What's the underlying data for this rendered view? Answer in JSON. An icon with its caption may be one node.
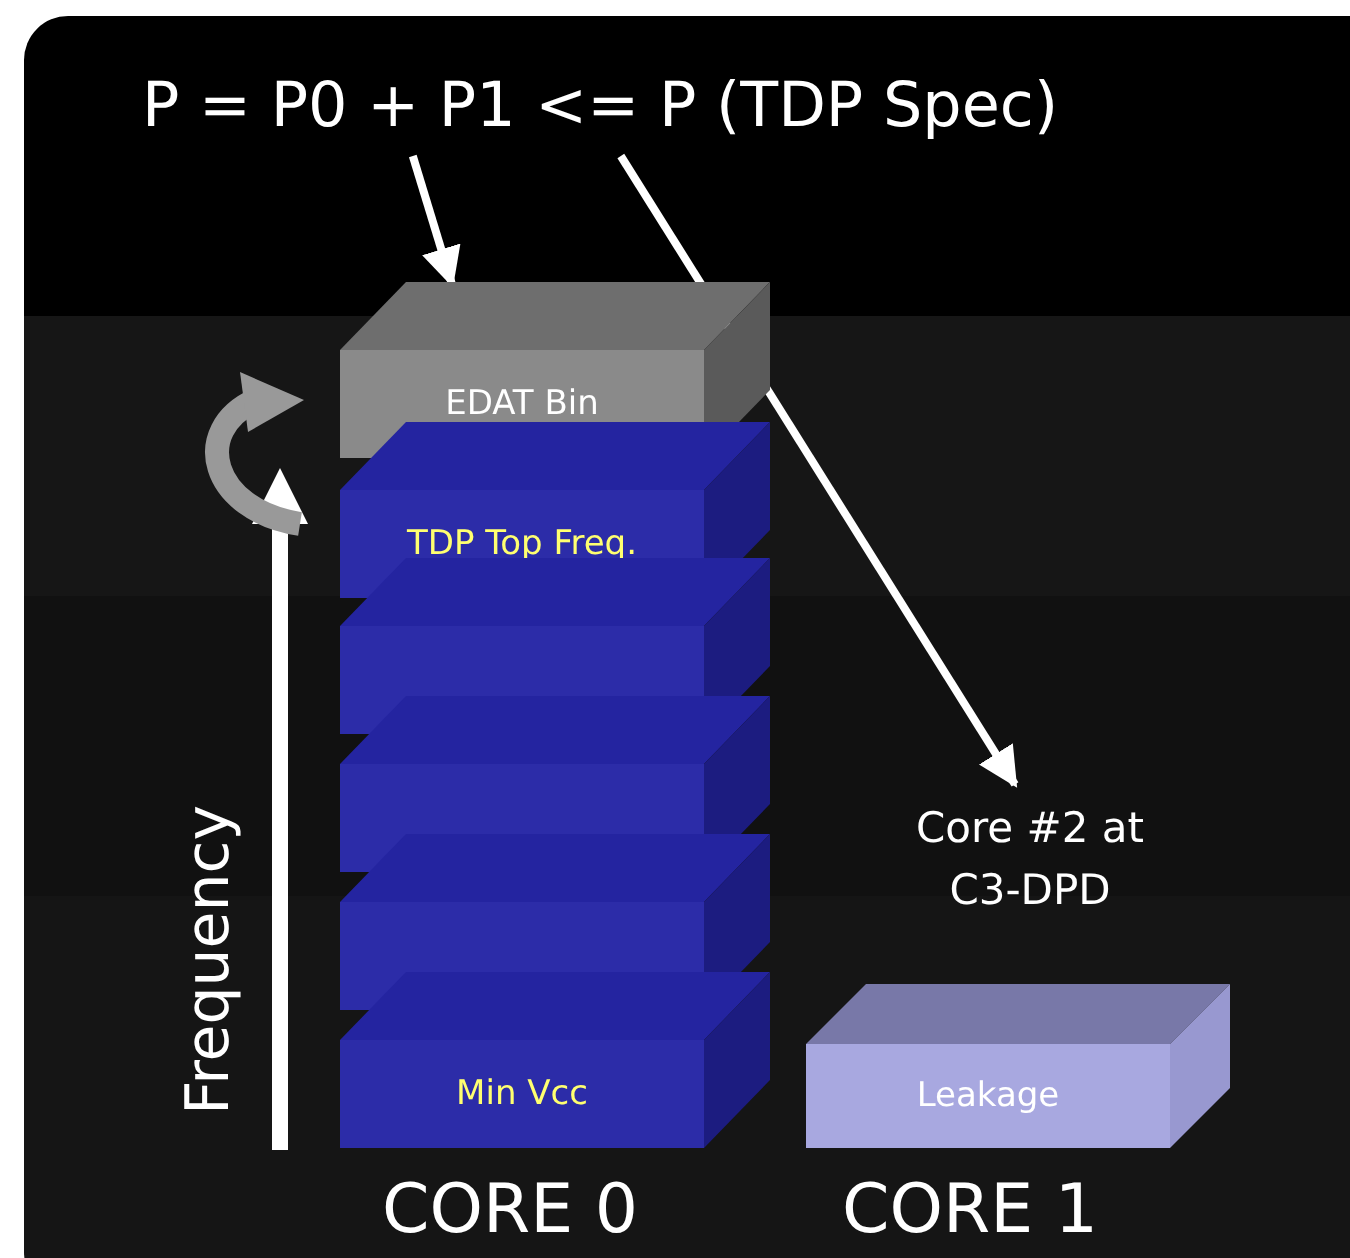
{
  "diagram": {
    "nodes": [
      {
        "text": [
          "P = P0 + P1 <= P (TDP Spec)"
        ]
      },
      {
        "text": [
          "EDAT Bin"
        ]
      },
      {
        "text": [
          "TDP Top Freq."
        ]
      },
      {
        "text": [],
        "shape": "box"
      },
      {
        "text": [],
        "shape": "box"
      },
      {
        "text": [],
        "shape": "box"
      },
      {
        "text": [
          "Min Vcc"
        ]
      },
      {
        "text": [
          "Core #2 at C3-DPD"
        ]
      },
      {
        "text": [
          "Leakage"
        ]
      }
    ],
    "edges": [
      {
        "from": 0,
        "to": 1,
        "arrow": "to"
      },
      {
        "from": 0,
        "to": 7,
        "arrow": "to"
      }
    ],
    "labels": [
      "Frequency",
      "CORE 0",
      "CORE 1"
    ]
  }
}
